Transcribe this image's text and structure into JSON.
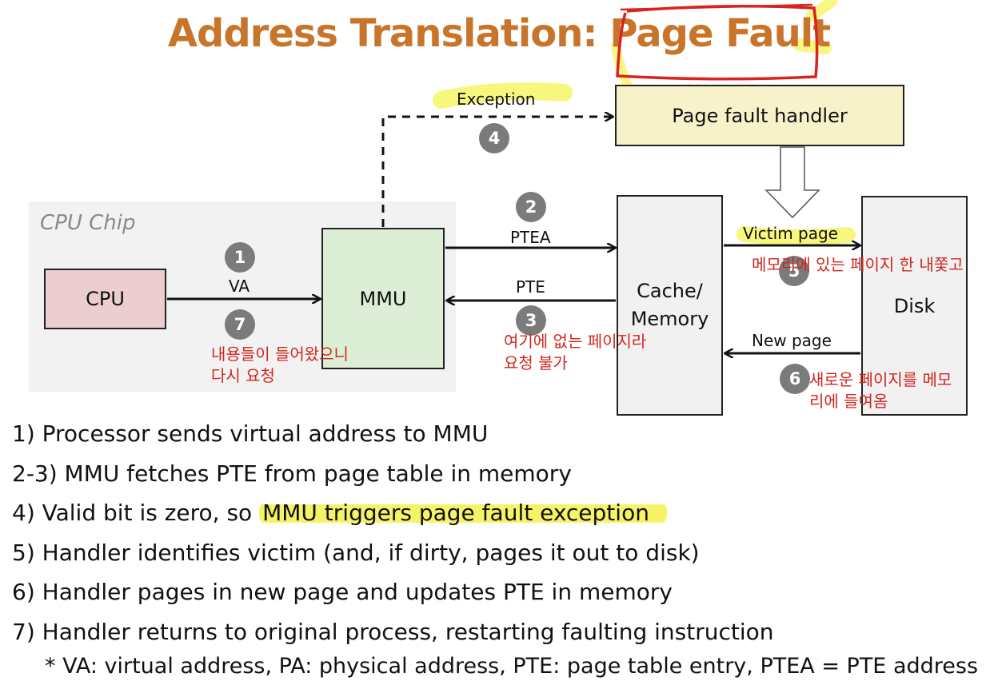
{
  "title": "Address Translation: Page Fault",
  "cpu_chip_label": "CPU Chip",
  "boxes": {
    "cpu": "CPU",
    "mmu": "MMU",
    "memory_line1": "Cache/",
    "memory_line2": "Memory",
    "disk": "Disk",
    "page_fault_handler": "Page fault handler"
  },
  "arrow_labels": {
    "va": "VA",
    "ptea": "PTEA",
    "pte": "PTE",
    "exception": "Exception",
    "victim_page": "Victim page",
    "new_page": "New page"
  },
  "steps": [
    "1",
    "2",
    "3",
    "4",
    "5",
    "6",
    "7"
  ],
  "annotations": {
    "step7_line1": "내용들이 들어왔으니",
    "step7_line2": "다시 요청",
    "step3_line1": "여기에 없는 페이지라",
    "step3_line2": "요청 불가",
    "step5": "메모리에 있는 페이지 한 내쫓고",
    "step6_line1": "새로운 페이지를 메모",
    "step6_line2": "리에 들여옴"
  },
  "steps_list": {
    "s1": "1) Processor sends virtual address to MMU",
    "s2": "2-3) MMU fetches PTE from page table in memory",
    "s4_prefix": "4) Valid bit is zero, so ",
    "s4_highlight": "MMU triggers page fault exception",
    "s5": "5) Handler identifies victim (and, if dirty, pages it out to disk)",
    "s6": "6) Handler pages in new page and updates PTE in memory",
    "s7": "7) Handler returns to original process, restarting faulting instruction"
  },
  "footnote": "* VA: virtual address, PA: physical address, PTE: page table entry, PTEA = PTE address",
  "colors": {
    "title": "#c8752b",
    "highlight": "#f6f466",
    "annotation": "#d0261f",
    "circle": "#7b7b7b",
    "cpu_box": "#eccdd0",
    "mmu_box": "#dcefd6",
    "handler_box": "#f7f2c9"
  }
}
